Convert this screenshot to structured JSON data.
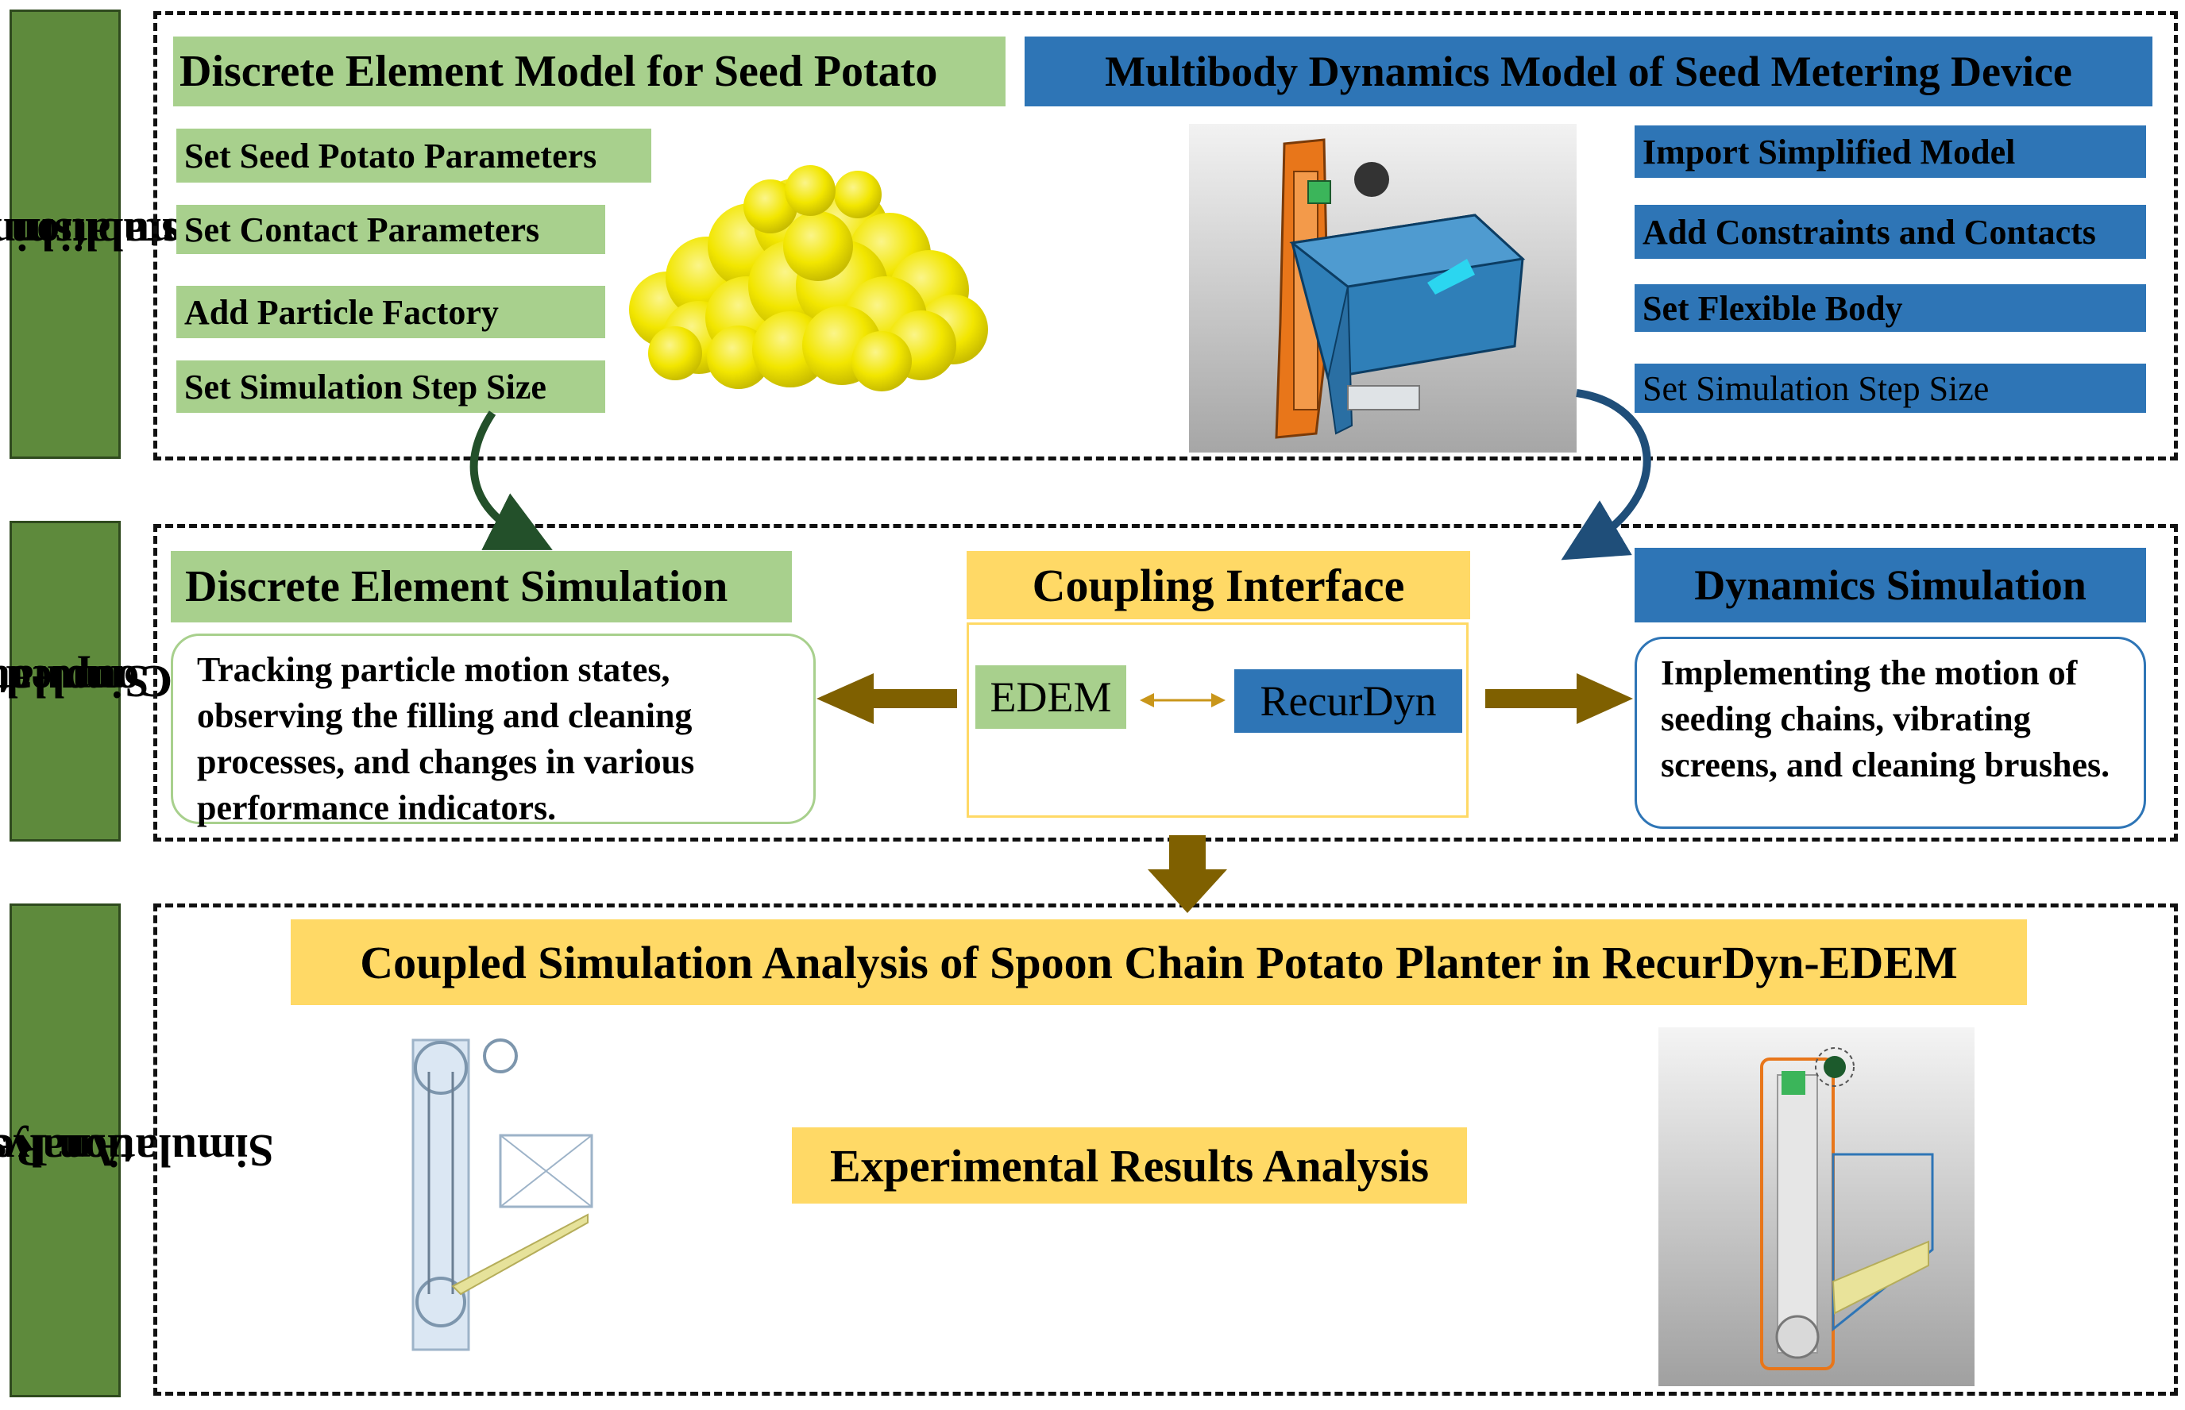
{
  "side_labels": {
    "models": [
      "Establishing",
      "Simulation Models"
    ],
    "coupled": [
      "Coupled",
      "Simulation"
    ],
    "results": [
      "Simulation Results",
      "Analysis"
    ]
  },
  "dem_model": {
    "title": "Discrete Element Model for Seed Potato",
    "steps": [
      "Set Seed Potato Parameters",
      "Set Contact Parameters",
      "Add Particle Factory",
      "Set Simulation Step Size"
    ]
  },
  "mbd_model": {
    "title": "Multibody Dynamics Model of Seed Metering Device",
    "steps": [
      "Import Simplified Model",
      "Add Constraints and Contacts",
      "Set Flexible Body",
      "Set Simulation Step Size"
    ]
  },
  "coupled": {
    "dem_title": "Discrete Element Simulation",
    "dem_text": "Tracking particle motion states, observing the filling and cleaning processes, and changes in various performance indicators.",
    "interface_title": "Coupling Interface",
    "edem_label": "EDEM",
    "recurdyn_label": "RecurDyn",
    "dyn_title": "Dynamics Simulation",
    "dyn_text": "Implementing the motion of seeding chains, vibrating screens, and cleaning brushes."
  },
  "results": {
    "title": "Coupled Simulation Analysis of Spoon Chain Potato Planter in RecurDyn-EDEM",
    "analysis": "Experimental Results Analysis"
  },
  "colors": {
    "green_side": "#5e8a3c",
    "light_green": "#a8d08d",
    "blue": "#2e75b6",
    "yellow": "#ffd966",
    "arrow_brown": "#7f6000",
    "orange": "#e8761a",
    "potato_yellow": "#f2e600"
  }
}
